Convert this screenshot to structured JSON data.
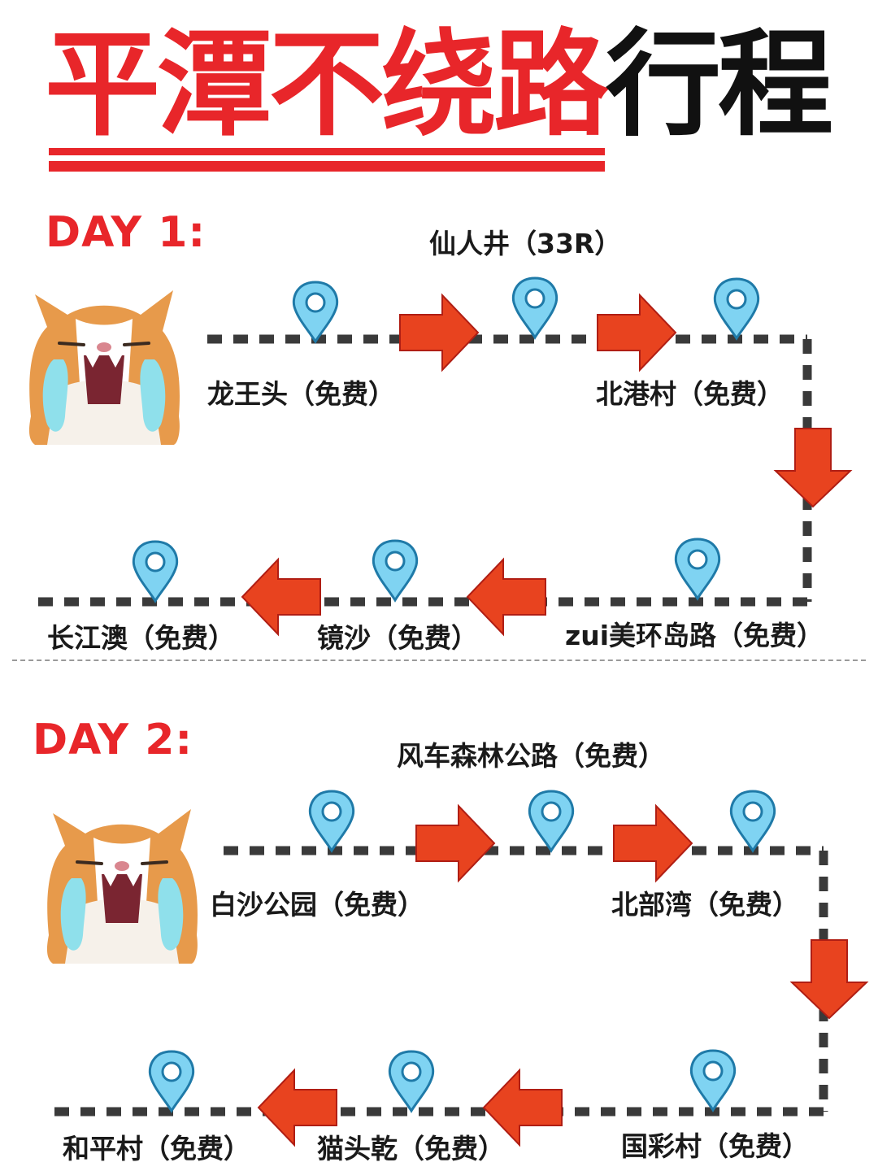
{
  "header": {
    "title_red": "平潭不绕路",
    "title_black": "行程",
    "accent_color": "#e8262a"
  },
  "day1": {
    "heading": "DAY 1:",
    "stops": {
      "longwangtou": "龙王头（免费）",
      "xianrenjing": "仙人井（33R）",
      "beigangcun": "北港村（免费）",
      "huandaolu": "zui美环岛路（免费）",
      "jingsha": "镜沙（免费）",
      "changjiangao": "长江澳（免费）"
    }
  },
  "day2": {
    "heading": "DAY 2:",
    "stops": {
      "baishagongyuan": "白沙公园（免费）",
      "fengche": "风车森林公路（免费）",
      "beibuwan": "北部湾（免费）",
      "guocaicun": "国彩村（免费）",
      "maotougan": "猫头乾（免费）",
      "hepingcun": "和平村（免费）"
    }
  },
  "icons": {
    "pin": "location-pin-icon",
    "arrow": "red-arrow-icon",
    "cat": "crying-cat-sticker"
  },
  "colors": {
    "pin_fill": "#7fd3f2",
    "pin_stroke": "#1f7aa8",
    "arrow_fill": "#e8431f",
    "arrow_stroke": "#b01e14",
    "dash_color": "#3a3a3a"
  }
}
